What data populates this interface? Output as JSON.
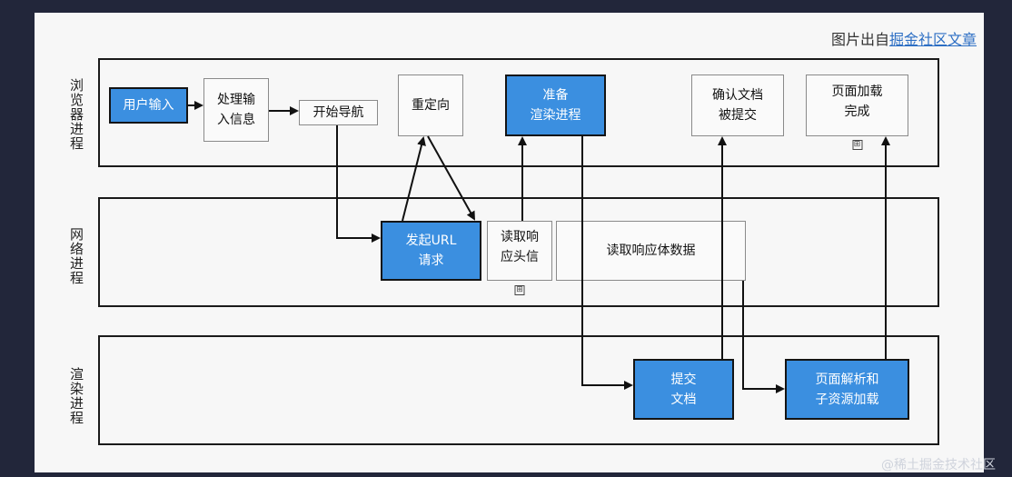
{
  "credit": {
    "prefix": "图片出自",
    "link": "掘金社区文章"
  },
  "lanes": {
    "browser": "浏览器进程",
    "network": "网络进程",
    "render": "渲染进程"
  },
  "nodes": {
    "user_input": "用户输入",
    "process_input": "处理输\n入信息",
    "start_nav": "开始导航",
    "redirect": "重定向",
    "prepare_render": "准备\n渲染进程",
    "confirm_doc": "确认文档\n被提交",
    "page_loaded": "页面加载\n完成",
    "url_request": "发起URL\n请求",
    "read_header": "读取响\n应头信",
    "read_body": "读取响应体数据",
    "commit_doc": "提交\n文档",
    "parse_page": "页面解析和\n子资源加载"
  },
  "expand_symbol": "⊞",
  "watermark": "@稀土掘金技术社区",
  "colors": {
    "accent": "#3b8fe0",
    "sheet": "#f7f7f7",
    "frame": "#22263a"
  }
}
